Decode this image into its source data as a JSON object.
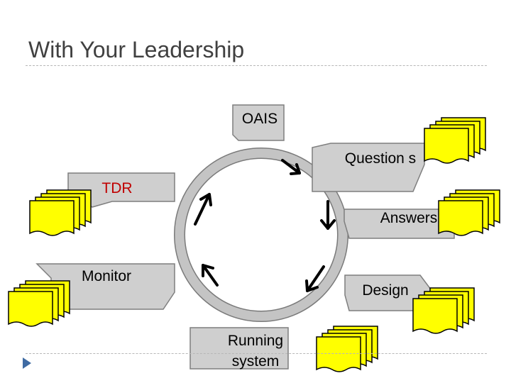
{
  "slide": {
    "title": "With Your Leadership"
  },
  "diagram": {
    "nodes": {
      "oais": "OAIS",
      "questions": "Question s",
      "tdr": "TDR",
      "answers": "Answers",
      "monitor": "Monitor",
      "design": "Design",
      "running_system_line1": "Running",
      "running_system_line2": "system"
    },
    "colors": {
      "box_fill": "#cfcfcf",
      "box_stroke": "#7f7f7f",
      "ring": "#b8b8b8",
      "document_fill": "#ffff00",
      "tdr_text": "#c00000",
      "bullet": "#3f6ba3"
    }
  }
}
